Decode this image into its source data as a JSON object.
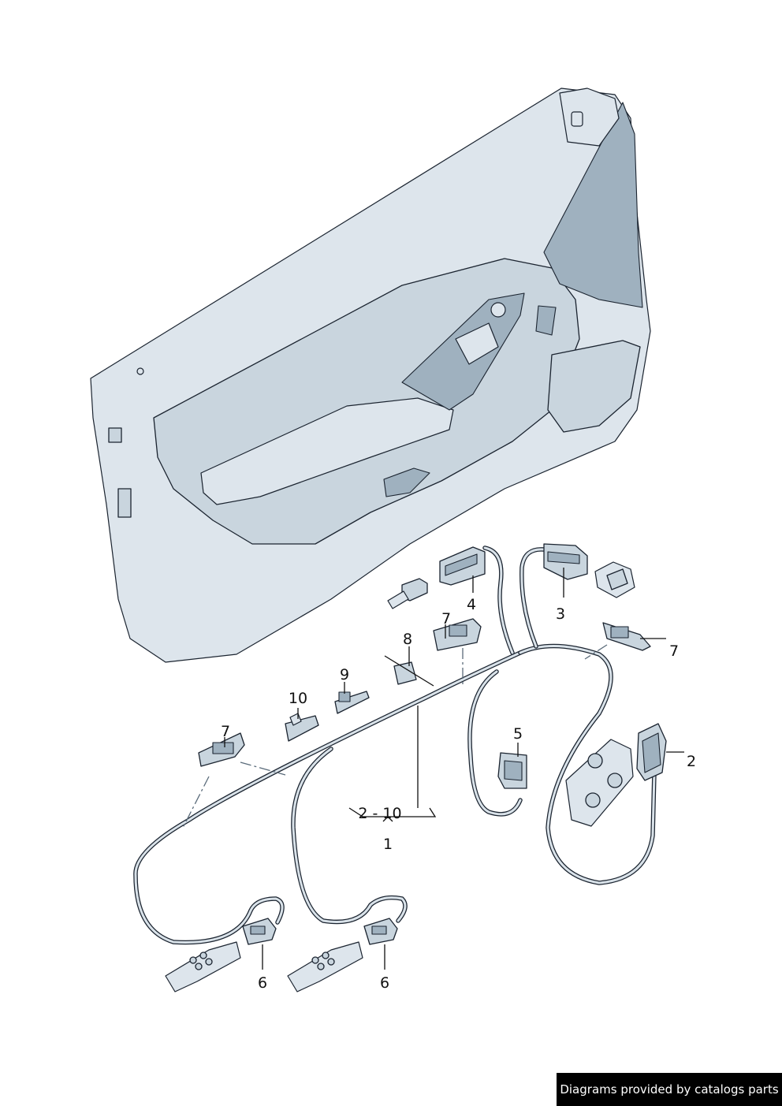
{
  "callouts": {
    "c1": "1",
    "c2": "2",
    "c3": "3",
    "c4": "4",
    "c5": "5",
    "c6a": "6",
    "c6b": "6",
    "c7a": "7",
    "c7b": "7",
    "c7c": "7",
    "c8": "8",
    "c9": "9",
    "c10": "10",
    "range": "2 - 10"
  },
  "footer": {
    "credit": "Diagrams provided by catalogs parts"
  }
}
